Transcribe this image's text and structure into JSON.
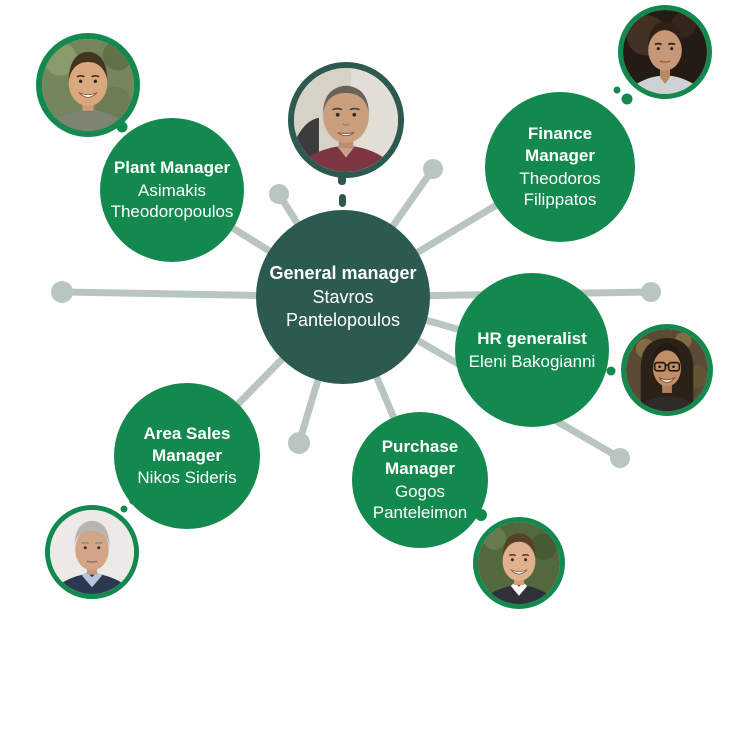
{
  "diagram_type": "organization chart",
  "colors": {
    "green": "#14894F",
    "dark": "#2C5950",
    "connector": "#B9C5C0",
    "text": "#FFFFFF"
  },
  "nodes": [
    {
      "id": "general-manager",
      "role": "General manager",
      "person": "Stavros Pantelopoulos",
      "variant": "dark"
    },
    {
      "id": "plant-manager",
      "role": "Plant Manager",
      "person": "Asimakis Theodoropoulos",
      "variant": "green"
    },
    {
      "id": "finance-manager",
      "role": "Finance Manager",
      "person": "Theodoros Filippatos",
      "variant": "green"
    },
    {
      "id": "hr-generalist",
      "role": "HR generalist",
      "person": "Eleni Bakogianni",
      "variant": "green"
    },
    {
      "id": "area-sales-manager",
      "role": "Area Sales Manager",
      "person": "Nikos Sideris",
      "variant": "green"
    },
    {
      "id": "purchase-manager",
      "role": "Purchase Manager",
      "person": "Gogos Panteleimon",
      "variant": "green"
    }
  ]
}
